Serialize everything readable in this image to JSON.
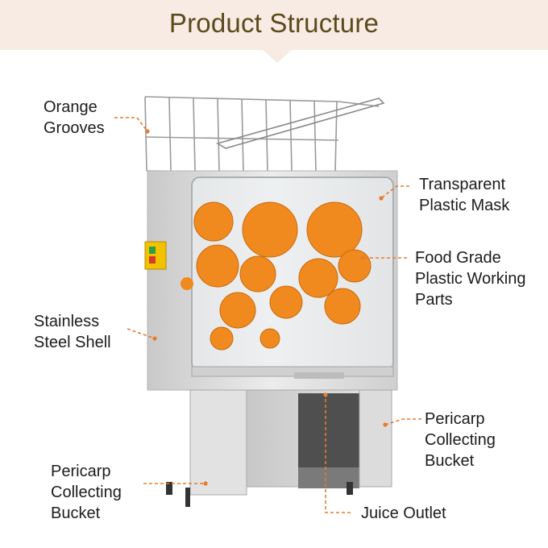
{
  "title": "Product Structure",
  "colors": {
    "banner": "#f7ebe3",
    "title_text": "#5b4a1c",
    "leader_line": "#e87a2e",
    "orange": "#f08a1e",
    "steel": "#d9d9d9"
  },
  "labels": {
    "orange_grooves": [
      "Orange",
      "Grooves"
    ],
    "transparent_mask": [
      "Transparent",
      "Plastic Mask"
    ],
    "food_grade": [
      "Food Grade",
      "Plastic Working",
      "Parts"
    ],
    "steel_shell": [
      "Stainless",
      "Steel Shell"
    ],
    "pericarp_right": [
      "Pericarp",
      "Collecting",
      "Bucket"
    ],
    "pericarp_left": [
      "Pericarp",
      "Collecting",
      "Bucket"
    ],
    "juice_outlet": [
      "Juice Outlet"
    ]
  }
}
